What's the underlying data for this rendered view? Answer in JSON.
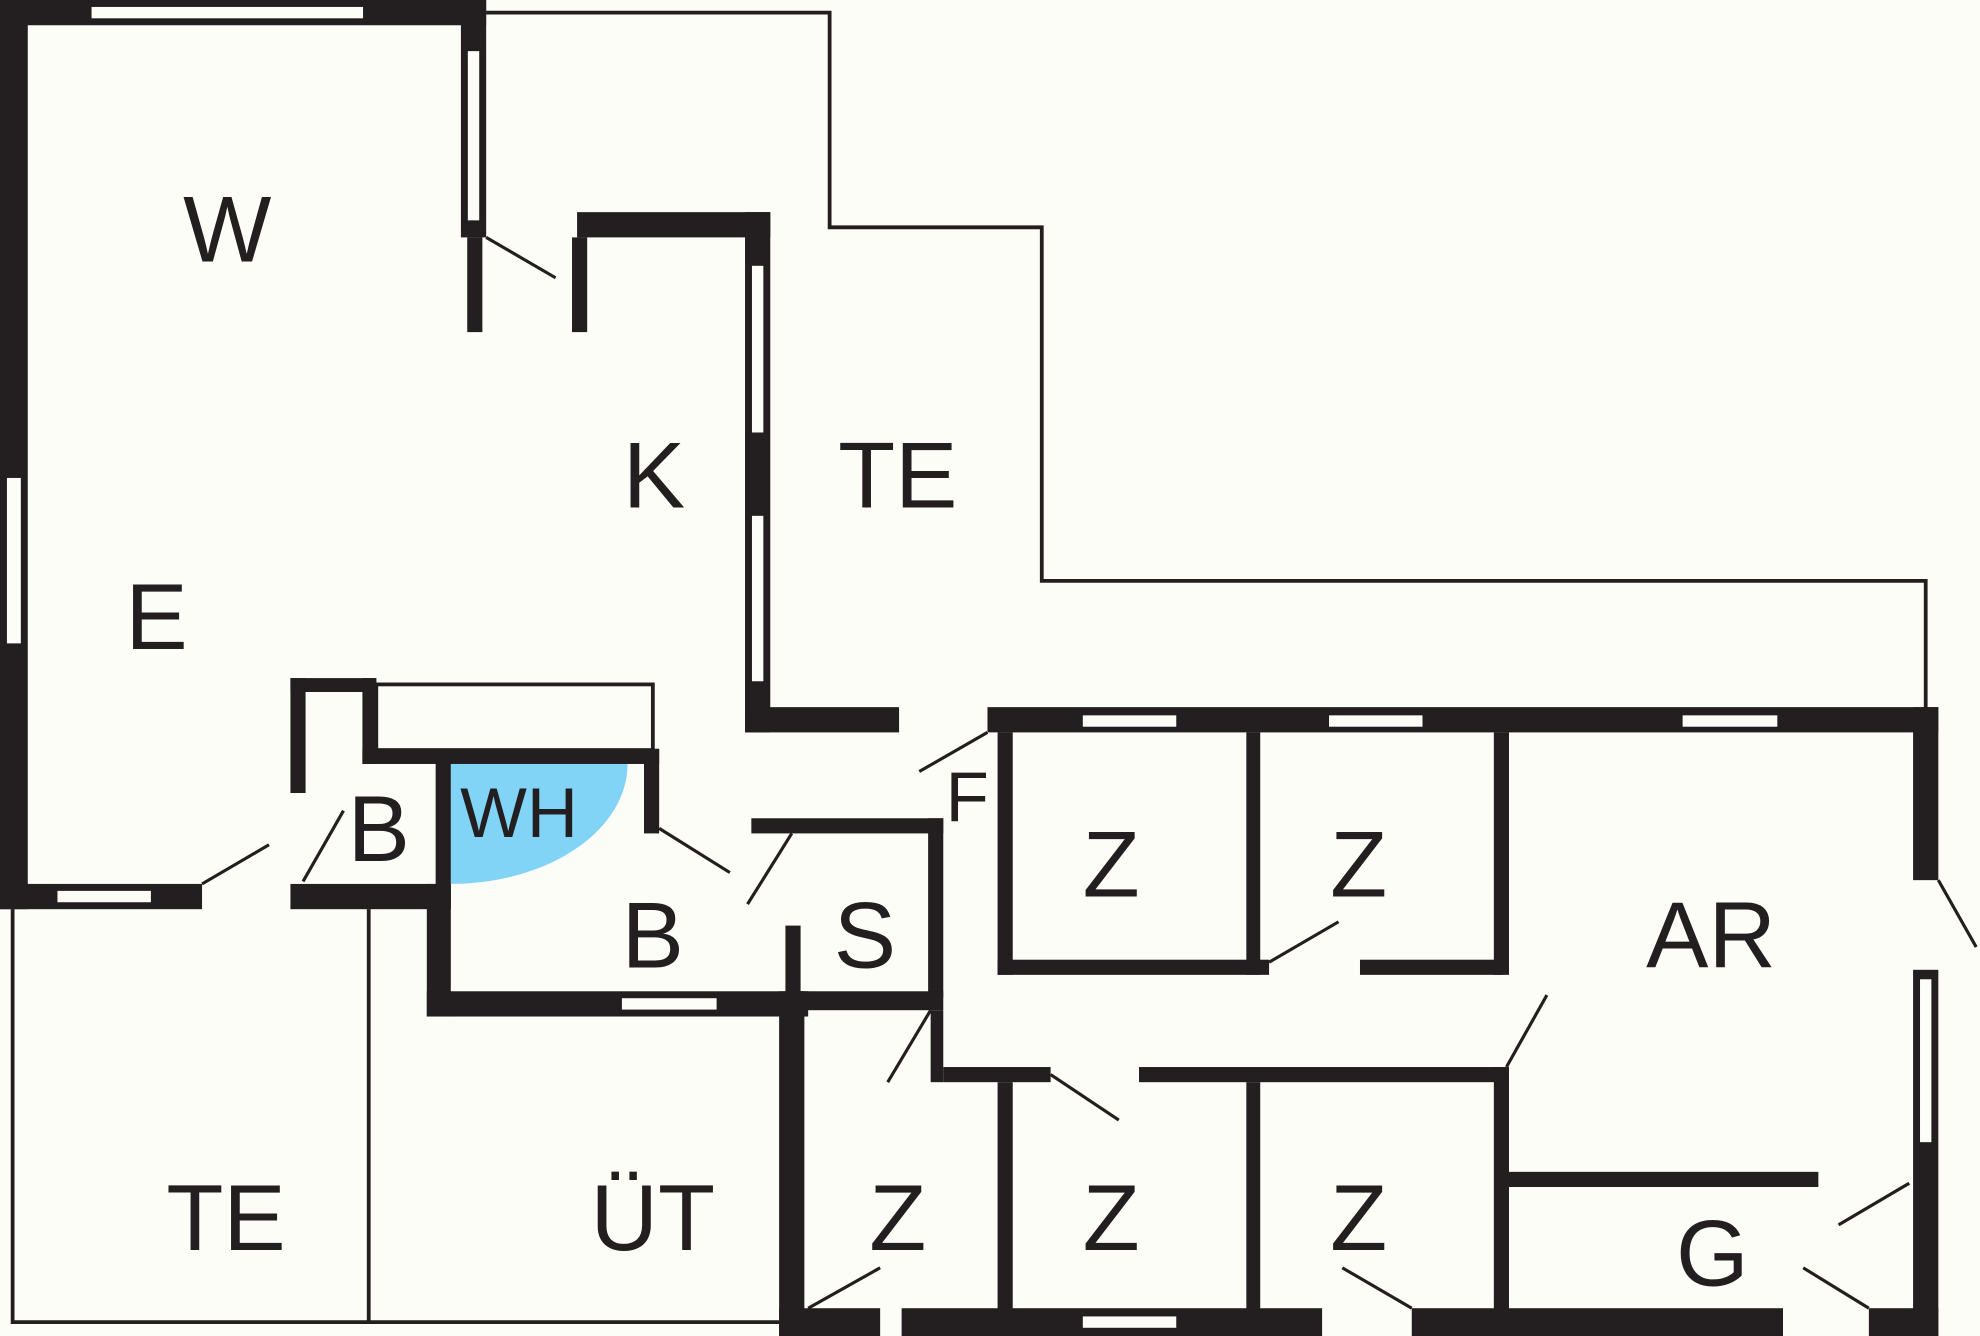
{
  "colors": {
    "wall": "#231f20",
    "background": "#fdfdf8",
    "highlight": "#82d4f6"
  },
  "rooms": {
    "w": "W",
    "e": "E",
    "k": "K",
    "te_top": "TE",
    "b_small": "B",
    "wh": "WH",
    "b_bath": "B",
    "s": "S",
    "f": "F",
    "z1": "Z",
    "z2": "Z",
    "ar": "AR",
    "te_bottom": "TE",
    "ut": "ÜT",
    "z3": "Z",
    "z4": "Z",
    "z5": "Z",
    "g": "G"
  }
}
